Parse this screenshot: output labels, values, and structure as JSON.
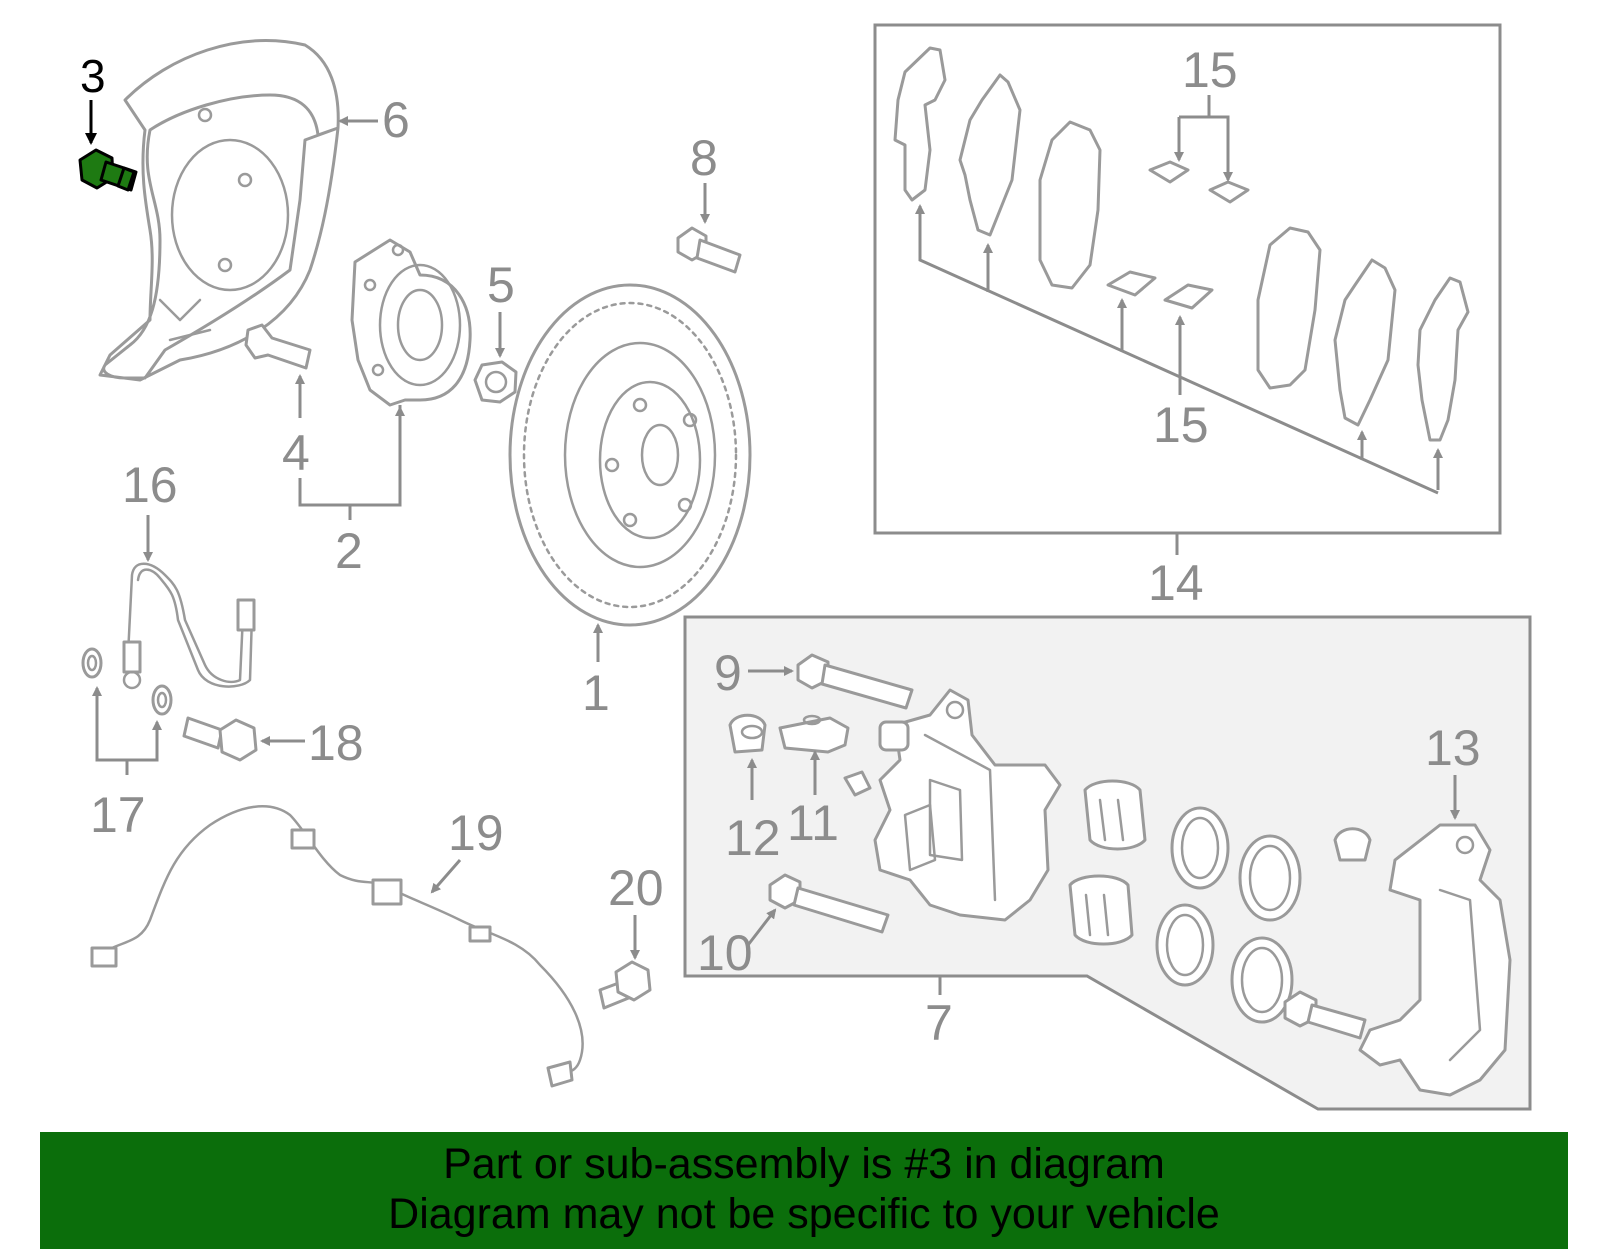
{
  "callouts": {
    "c1": "1",
    "c2": "2",
    "c3": "3",
    "c4": "4",
    "c5": "5",
    "c6": "6",
    "c7": "7",
    "c8": "8",
    "c9": "9",
    "c10": "10",
    "c11": "11",
    "c12": "12",
    "c13": "13",
    "c14": "14",
    "c15a": "15",
    "c15b": "15",
    "c16": "16",
    "c17": "17",
    "c18": "18",
    "c19": "19",
    "c20": "20"
  },
  "highlight": {
    "part": "3",
    "color": "#1e7a12"
  },
  "banner": {
    "line1": "Part or sub-assembly is #3 in diagram",
    "line2": "Diagram may not be specific to your vehicle",
    "background": "#0b6e0b"
  }
}
